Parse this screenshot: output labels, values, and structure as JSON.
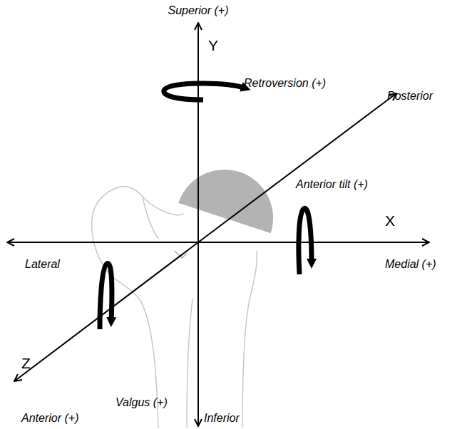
{
  "diagram": {
    "labels": [
      "Superior (+)",
      "Y",
      "Retroversion (+)",
      "Posterior",
      "Anterior tilt (+)",
      "X",
      "Lateral",
      "Medial (+)",
      "Z",
      "Valgus (+)",
      "Anterior (+)",
      "Inferior"
    ]
  }
}
